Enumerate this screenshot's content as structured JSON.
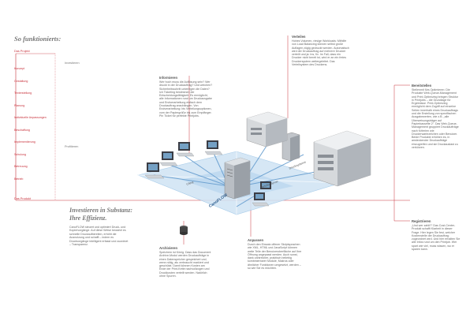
{
  "heading": {
    "title": "So funktionierts:"
  },
  "process": {
    "start": "Das Projekt",
    "end": "Das Produkt",
    "steps": [
      "Konzept",
      "Gestaltung",
      "Texterstellung",
      "Planung",
      "Individuelle Anpassungen",
      "Beschaffung",
      "Implementierung",
      "Schulung",
      "Betreuung",
      "Betrieb"
    ],
    "invest_label": "Investieren",
    "profit_label": "Profitieren"
  },
  "tagline": {
    "line1": "Investieren in Substanz:",
    "line2": "Ihre Effizienz.",
    "body": "CanoFLOW steuert und optimiert Druck- und Kopiervorgänge. Auf diese Weise bewahrt es schnelle Druckaufbereiten, erhöht die Ausnutzung und schafft – indem es Druckvorgänge intelligent erfasst und zuordnet – Transparenz."
  },
  "boxes": {
    "informieren": {
      "title": "Informieren",
      "body": "Wer hoch muss die Auflösung sein? Wer druckt in der Druckauftrag? Und welchen? Sicherheitsschritt unterlegen die Daten? Ich Ticketing bestimmen die Entscheidungsfähigkeit. Es ermöglicht, alle Informationen rund um Druckausgabe und Endverarbeitung einfach dem Druckauftrag anzuhängen. Von Endverarbeitung: bis Verteilungsoptionen, vom der Papiergröße bis zum Empfänger. Pin Ticket für perfekte Printjobs."
    },
    "verteilen": {
      "title": "Verteilen",
      "body": "Hohes Volumen, riesige Workloads: Mithilfe von Load Balancing können selbst große Auflagen zügig gedruckt werden. Automatisch wird der Druckauftrag auf mehrere Drucker verteilt und ja: Ins, fix. Im Fall, dass ein Drucker nicht bereit ist, wird er an ein freies Druckersystem weitergeleitet. Das Verteilsystem des Druckens."
    },
    "bereitstellen": {
      "title": "Bereitstellen",
      "body": "Stellenmit fürs Optimieren: Die Produkte Web-Queue-Management und Print-Optimizing bringen Struktur in Printjobs – die Grundlage für Ergebnisse. Print-Optimizing ermöglicht dem Zugriff auf einzelne Seiten innerhalb eines Druckauftrags und die Erstellung von spezifischen Ausgabewerten, wie z.B. „alle Überweisungsträger auf Papierkassette 2“. Das Web-Queue-Management gruppiert Druckaufträge nach Kriterien wie Druckerwartezeichen oder Benutzer. Beide Produkte erhöhen es, in ansteckender Druckaufträge einzugreifen und sie Druckauslast zu verkürzen."
    },
    "registrieren": {
      "title": "Registrieren",
      "body": "„Und wer zahlt?“ Das Cost-Center-Produkt schafft Klarheit in dieser Frage. Hier legen Sie fest, welcher Kostenstelle der Druckauftrag zugeordnet wird. Und hier erhalten Sie alle Infos rund um den Printjob. Wer spart wie viel, muss wissen, wo er sparen kann."
    },
    "archivieren": {
      "title": "Archivieren",
      "body": "Speichern ist König. Dass das Document Archive-Modul werden Druckaufträge in einen Datenspeicher gespeichert und, wenn nötig, als verbraucht markiert und geschützt. Damit können Kosten am Ende der Print-Kette nachvollzogen und Druckkosten verteilt werden. Natürlich ohne Spuren."
    },
    "anpassen": {
      "title": "Anpassen",
      "body": "Durch den Einsatz offener Skriptsprachen wie XML, HTML und JavaScript können weite Teile der Benutzeroberfläche auf Ihre Öffnung angepasst werden. Auch sonst, dank zahlreicher, praktisch beliebig kombinierbarer Module, Makros oder ähnlicher Funktionen umgesetzt, werden – so wie Sie es möchten."
    }
  },
  "network_labels": {
    "canoflow": "CanoFLOW",
    "client": "Client",
    "drucksysteme": "Drucksysteme",
    "verteilen_net": "Verteiler/Server"
  },
  "colors": {
    "accent": "#c8323c",
    "network": "#9ac4e6",
    "network_edge": "#6fa3d2"
  }
}
